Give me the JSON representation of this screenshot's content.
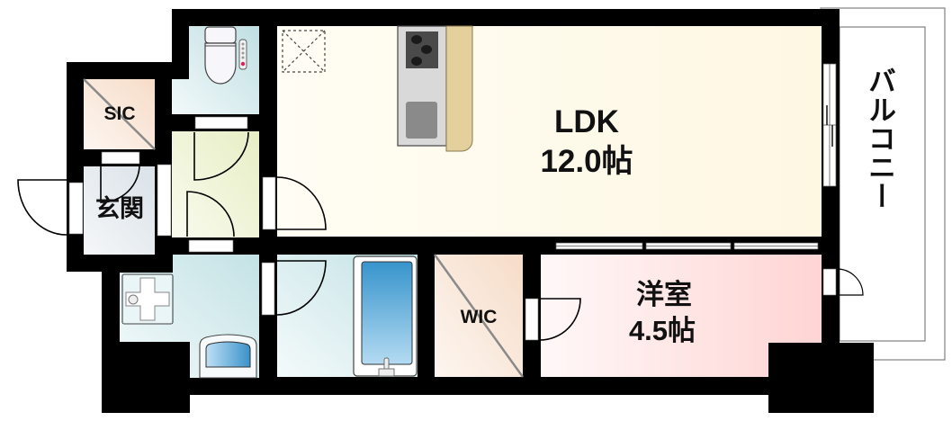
{
  "floor_plan": {
    "rooms": {
      "ldk": {
        "name": "LDK",
        "area": "12.0帖"
      },
      "western": {
        "name": "洋室",
        "area": "4.5帖"
      },
      "wic": {
        "name": "WIC"
      },
      "sic": {
        "name": "SIC"
      },
      "genkan": {
        "name": "玄関"
      },
      "balcony": {
        "name": "バルコニー"
      }
    },
    "icons": [
      "toilet-icon",
      "ventilation-icon",
      "stove-icon",
      "kitchen-sink-icon",
      "kitchen-counter-icon",
      "washing-machine-pan-icon",
      "washbasin-icon",
      "bathtub-icon",
      "door-swing-icon",
      "sliding-window-icon"
    ],
    "colors": {
      "wall": "#000000",
      "ldk_fill": "#fefae9",
      "western_fill": "#ffe0e0",
      "wic_fill": "#fbeadc",
      "sic_fill": "#fbeadc",
      "genkan_fill": "#e8edf1",
      "corridor_fill": "#f1f5dc",
      "wet_area_fill": "#d9eef0",
      "bathtub_water": "#3d9ad0",
      "counter": "#e3d09d",
      "balcony_outline": "#808080"
    }
  }
}
